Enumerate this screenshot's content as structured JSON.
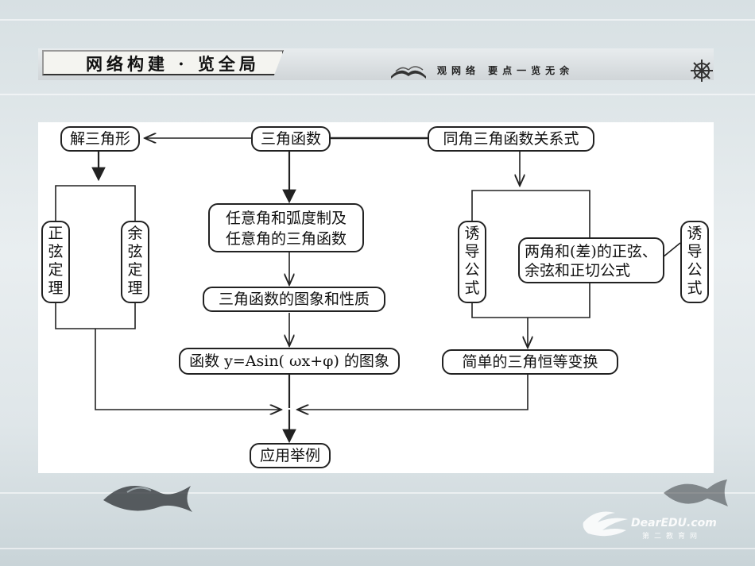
{
  "header": {
    "title": "网络构建 · 览全局",
    "subtitle": "观网络  要点一览无余"
  },
  "diagram": {
    "nodes": {
      "sanjiao_hanshu": "三角函数",
      "jie_sanjiaoxing": "解三角形",
      "tongjiao_guanxi": "同角三角函数关系式",
      "zhengxian_dingli": "正弦定理",
      "yuxian_dingli": "余弦定理",
      "renyijiao_line1": "任意角和弧度制及",
      "renyijiao_line2": "任意角的三角函数",
      "tuxiang_xingzhi": "三角函数的图象和性质",
      "asin_tuxiang": "函数 y=Asin( ωx+φ) 的图象",
      "youdao_left": "诱导公式",
      "liangjiao_line1": "两角和(差)的正弦、",
      "liangjiao_line2": "余弦和正切公式",
      "youdao_right": "诱导公式",
      "jiandan_bianhuan": "简单的三角恒等变换",
      "yingyong_juli": "应用举例"
    }
  },
  "watermark": {
    "brand": "DearEDU.com",
    "sub": "第二教育网"
  }
}
